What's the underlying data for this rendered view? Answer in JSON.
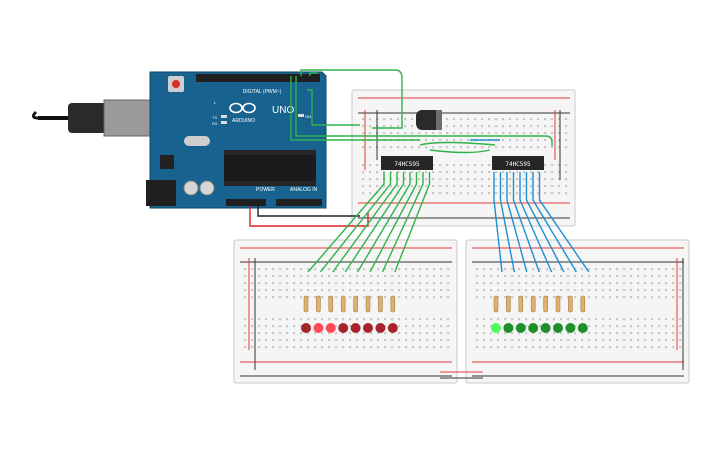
{
  "arduino": {
    "brand": "ARDUINO",
    "model": "UNO",
    "header_digital": "DIGITAL (PWM~)",
    "header_power": "POWER",
    "header_analog": "ANALOG IN",
    "led_tx": "TX",
    "led_rx": "RX",
    "led_l": "L",
    "led_on": "ON"
  },
  "chips": [
    {
      "label": "74HC595"
    },
    {
      "label": "74HC595"
    }
  ],
  "leds": {
    "red_count": 8,
    "green_count": 8,
    "red_color": "#a8242c",
    "red_lit_color": "#ff4a55",
    "green_color": "#1f8f2a",
    "green_lit_color": "#4dff5a"
  },
  "colors": {
    "wire_green": "#2fb34a",
    "wire_blue": "#1e8fd2",
    "wire_black": "#222222",
    "wire_red": "#d92323",
    "board_teal": "#17628f"
  }
}
